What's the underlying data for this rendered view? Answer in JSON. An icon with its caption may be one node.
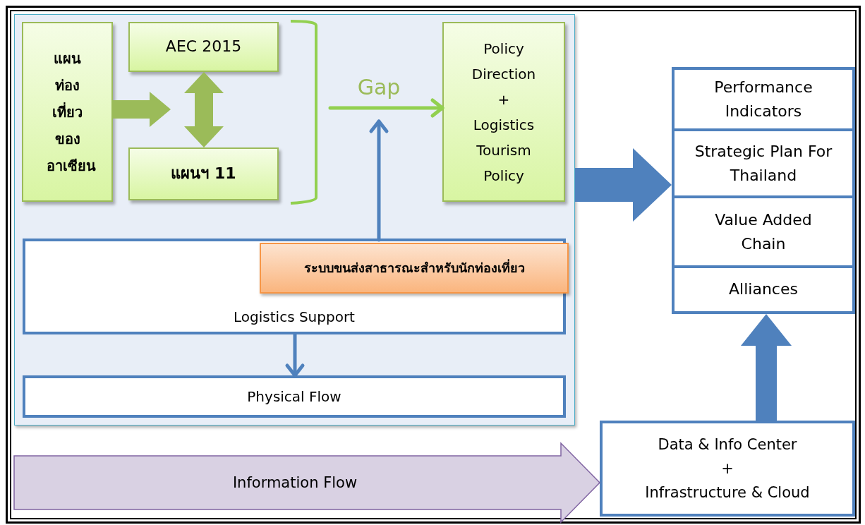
{
  "diagram": {
    "nodes": [
      {
        "text": [],
        "shape": "box"
      },
      {
        "text": [
          "แผนท่องเที่ยวของอาเซียน"
        ],
        "in": 0
      },
      {
        "text": [
          "AEC 2015"
        ],
        "in": 0
      },
      {
        "text": [
          "แผนฯ 11"
        ],
        "in": 0
      },
      {
        "text": [
          "Policy Direction",
          "+",
          "Logistics Tourism Policy"
        ],
        "in": 0
      },
      {
        "text": [
          "Logistics Support"
        ],
        "in": 0
      },
      {
        "text": [
          "ระบบขนส่งสาธารณะสำหรับนักท่องเที่ยว"
        ],
        "in": 5
      },
      {
        "text": [
          "Physical Flow"
        ],
        "in": 0
      },
      {
        "text": [
          "Data & Info Center",
          "+",
          "Infrastructure & Cloud"
        ]
      },
      {
        "text": [],
        "shape": "box"
      },
      {
        "text": [
          "Performance Indicators"
        ],
        "in": 9
      },
      {
        "text": [
          "Strategic Plan For Thailand"
        ],
        "in": 9
      },
      {
        "text": [
          "Value Added Chain"
        ],
        "in": 9
      },
      {
        "text": [
          "Alliances"
        ],
        "in": 9
      }
    ],
    "edges": [
      {
        "from": 1,
        "to": null,
        "arrow": "to",
        "style": "thick",
        "color": "#9bbb59"
      },
      {
        "from": 2,
        "to": 3,
        "arrow": "both",
        "style": "thick",
        "color": "#9bbb59"
      },
      {
        "from": null,
        "to": 4,
        "arrow": "to",
        "label": "Gap",
        "color": "#92d050"
      },
      {
        "from": 6,
        "to": null,
        "arrow": "to"
      },
      {
        "from": 5,
        "to": 7,
        "arrow": "to"
      },
      {
        "from": 0,
        "to": 9,
        "arrow": "to",
        "style": "thick"
      },
      {
        "from": 8,
        "to": 9,
        "arrow": "to",
        "style": "thick"
      },
      {
        "from": null,
        "to": 8,
        "arrow": "to",
        "style": "thick",
        "color": "#8064a2",
        "label": "Information Flow"
      }
    ]
  }
}
